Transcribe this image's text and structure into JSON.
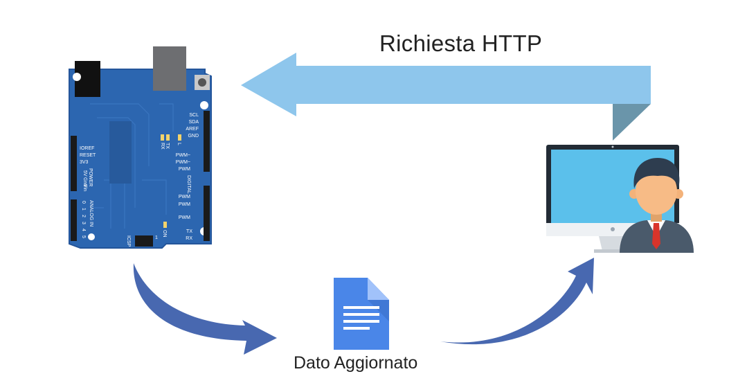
{
  "labels": {
    "request": "Richiesta HTTP",
    "document": "Dato Aggiornato"
  },
  "arduino": {
    "header_labels_right": [
      "SCL",
      "SDA",
      "AREF",
      "GND"
    ],
    "digital_labels": [
      "PWM~",
      "PWM~",
      "PWM",
      "PWM",
      "PWM",
      "PWM"
    ],
    "power_labels": [
      "IOREF",
      "RESET",
      "3V3"
    ],
    "power_pins_vertical": [
      "5V",
      "Gnd",
      "Vin"
    ],
    "power_title": "POWER",
    "analog_title": "ANALOG IN",
    "analog_pins": [
      "0",
      "1",
      "2",
      "3",
      "4",
      "5"
    ],
    "digital_title": "DIGITAL",
    "tx": "TX",
    "rx": "RX",
    "tx_led": "TX",
    "rx_led": "RX",
    "l_led": "L",
    "on_led": "ON",
    "icsp": "ICSP",
    "icsp_pin": "1"
  },
  "colors": {
    "http_arrow": "#8ec6ec",
    "http_arrow_shadow": "#6a95aa",
    "flow_arrow": "#4868b0",
    "board": "#2c66b0",
    "doc": "#4a86e8",
    "monitor_screen": "#5bc0eb"
  },
  "icons": {
    "arduino": "arduino-board-icon",
    "document": "google-doc-icon",
    "computer": "computer-user-icon"
  }
}
